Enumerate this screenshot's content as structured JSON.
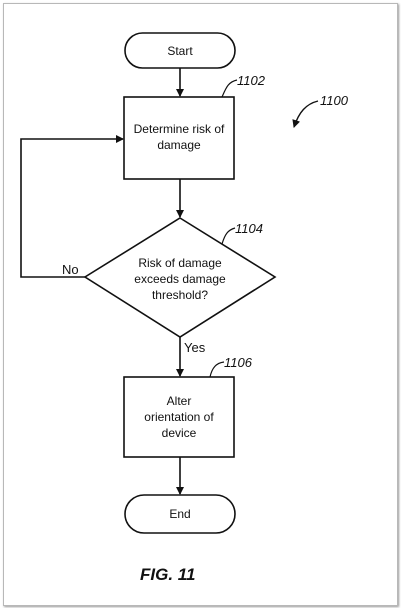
{
  "figure": {
    "label": "FIG. 11",
    "reference": "1100"
  },
  "nodes": {
    "start": {
      "label": "Start"
    },
    "determine": {
      "label": "Determine risk of\ndamage",
      "reference": "1102"
    },
    "decision": {
      "label": "Risk of damage\nexceeds damage\nthreshold?",
      "reference": "1104"
    },
    "alter": {
      "label": "Alter\norientation of\ndevice",
      "reference": "1106"
    },
    "end": {
      "label": "End"
    }
  },
  "edges": {
    "no_label": "No",
    "yes_label": "Yes"
  },
  "colors": {
    "line": "#111111",
    "background": "#ffffff"
  }
}
